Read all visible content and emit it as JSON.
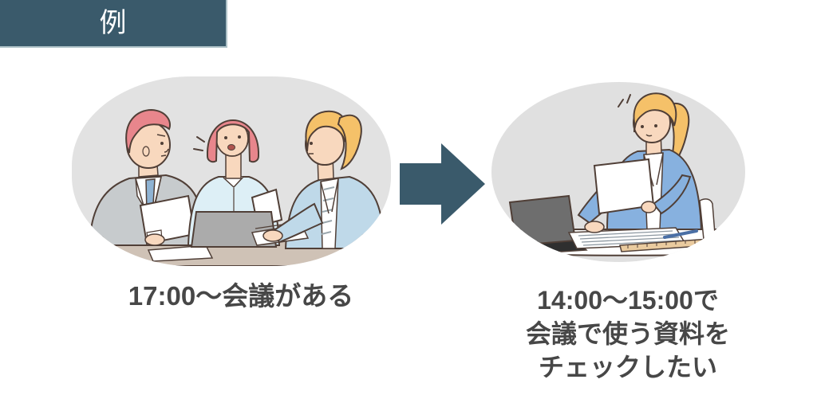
{
  "colors": {
    "accent": "#3A5A6B",
    "caption_text": "#474747",
    "header_edge": "#AEC2C8",
    "scene_background": "#E2E2E2"
  },
  "header": {
    "label": "例"
  },
  "flow": {
    "before": {
      "illustration": "three-colleagues-meeting-illustration",
      "caption": "17:00〜会議がある"
    },
    "arrow_icon": "right-arrow-icon",
    "after": {
      "illustration": "woman-checking-documents-illustration",
      "caption_lines": [
        "14:00〜15:00で",
        "会議で使う資料を",
        "チェックしたい"
      ]
    }
  }
}
